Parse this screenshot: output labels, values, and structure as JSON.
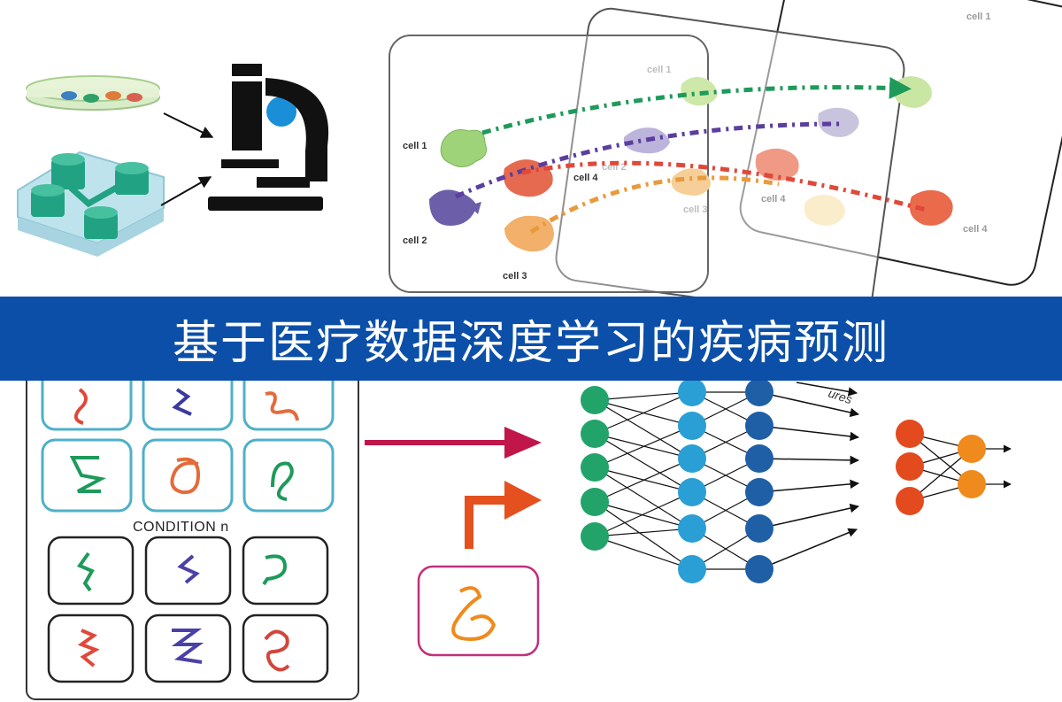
{
  "banner": {
    "title": "基于医疗数据深度学习的疾病预测"
  },
  "tracking": {
    "labels_front": [
      "cell 1",
      "cell 2",
      "cell 3",
      "cell 4"
    ],
    "labels_middle": [
      "cell 2",
      "cell 3"
    ],
    "labels_back": [
      "cell 1",
      "cell 4"
    ],
    "colors": {
      "cell1": "#1e9a5a",
      "cell2": "#5b3e9e",
      "cell3": "#e99a3c",
      "cell4": "#e0483a"
    }
  },
  "conditions": {
    "label": "CONDITION n"
  },
  "network": {
    "features_label": "ures"
  },
  "colors": {
    "banner": "#0b4fa8",
    "green_node": "#22a36a",
    "blue_node": "#2a9fd6",
    "dark_blue_node": "#1f5fa6",
    "orange_red_node": "#e34a1e",
    "orange_node": "#ef8a1c",
    "arrow_pink": "#c0164a",
    "arrow_orange": "#e4501e",
    "teal": "#1fa07a"
  }
}
